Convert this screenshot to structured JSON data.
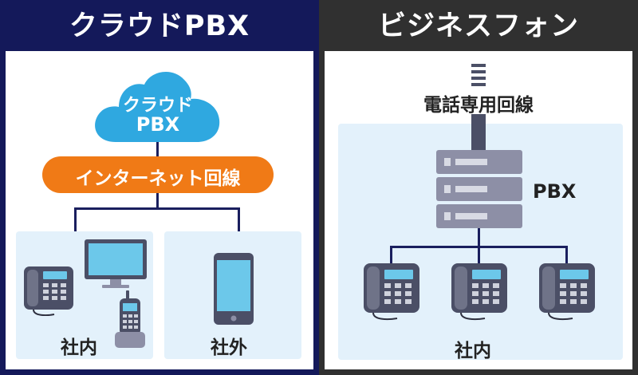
{
  "left": {
    "title": "クラウドPBX",
    "cloud_line1": "クラウド",
    "cloud_line2": "PBX",
    "internet_label": "インターネット回線",
    "zone_internal": "社内",
    "zone_external": "社外"
  },
  "right": {
    "title": "ビジネスフォン",
    "dedicated_line": "電話専用回線",
    "pbx_label": "PBX",
    "zone_internal": "社内"
  },
  "colors": {
    "left_header": "#14195a",
    "right_header": "#303030",
    "cloud": "#2fa8e0",
    "internet_pill": "#f07a16",
    "zone_bg": "#e3f1fb",
    "server": "#8d8fa6"
  }
}
